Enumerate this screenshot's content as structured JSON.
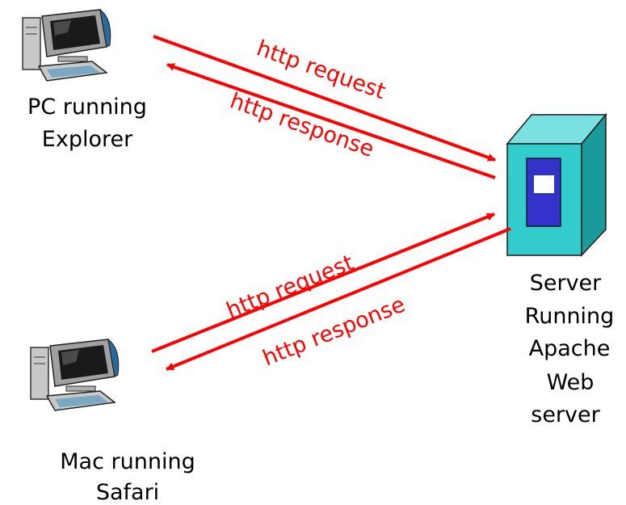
{
  "clients": [
    {
      "line1": "PC running",
      "line2": "Explorer",
      "icon": "desktop-computer-icon"
    },
    {
      "line1": "Mac running",
      "line2": "Safari",
      "icon": "desktop-computer-icon"
    }
  ],
  "server": {
    "lines": [
      "Server",
      "Running",
      "Apache",
      "Web",
      "server"
    ],
    "icon": "server-tower-icon"
  },
  "messages": {
    "request": "http request",
    "response": "http response"
  },
  "colors": {
    "arrow": "#ff0000",
    "server_body": "#33cccc",
    "server_panel": "#3333cc",
    "monitor_frame": "#9a9a9a",
    "screen": "#1a1a1a"
  }
}
